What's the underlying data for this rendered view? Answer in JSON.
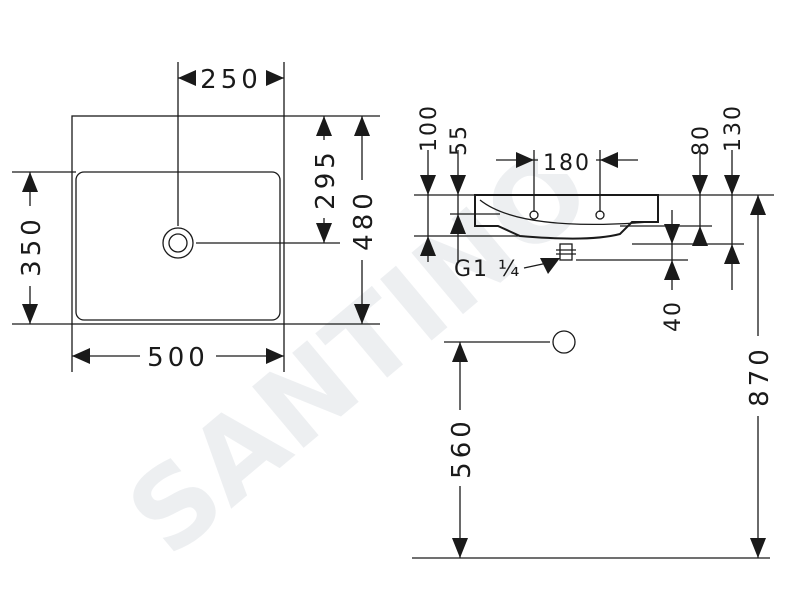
{
  "watermark": "SANTINO",
  "top_view": {
    "drain_offset": "250",
    "width": "500",
    "bowl_depth": "350",
    "drain_depth": "295",
    "total_depth": "480"
  },
  "side_view": {
    "tap_holes_spacing": "180",
    "rim_height_100": "100",
    "rim_height_55": "55",
    "right_80": "80",
    "right_130": "130",
    "drain_height_40": "40",
    "outlet_label": "G1 ¼",
    "mount_height_560": "560",
    "total_height_870": "870"
  }
}
